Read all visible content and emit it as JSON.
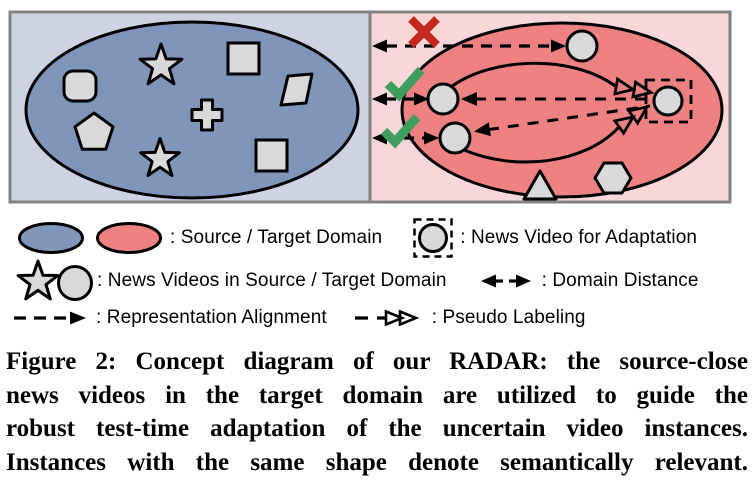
{
  "colors": {
    "source_panel_bg": "#cdd3e3",
    "target_panel_bg": "#f9d7d8",
    "source_ellipse": "#8095ba",
    "target_ellipse": "#ee8181",
    "shape_fill": "#d9d9d9",
    "cross_red": "#c5281c",
    "check_green": "#3d9e5f",
    "panel_border": "#828282"
  },
  "legend": {
    "source_target_label": ": Source / Target Domain",
    "adaptation_label": ": News Video for Adaptation",
    "news_videos_label": ": News Videos in Source / Target Domain",
    "domain_distance_label": ": Domain Distance",
    "representation_label": ": Representation Alignment",
    "pseudo_label": ": Pseudo Labeling"
  },
  "caption": {
    "lines": [
      "Figure 2: Concept diagram of our RADAR: the source-close",
      "news videos in the target domain are utilized to guide the",
      "robust test-time adaptation of the uncertain video instances.",
      "Instances with the same shape denote semantically relevant."
    ]
  }
}
